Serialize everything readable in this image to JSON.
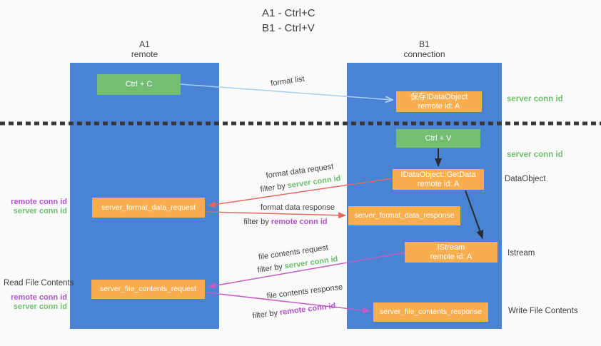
{
  "title": {
    "line1": "A1 - Ctrl+C",
    "line2": "B1 - Ctrl+V"
  },
  "lanes": {
    "left": {
      "name_line": "A1",
      "role_line": "remote"
    },
    "right": {
      "name_line": "B1",
      "role_line": "connection"
    }
  },
  "boxes": {
    "ctrl_c": {
      "label": "Ctrl + C"
    },
    "save_idataobject": {
      "line1": "保存IDataObject",
      "line2": "remote id: A"
    },
    "ctrl_v": {
      "label": "Ctrl + V"
    },
    "getdata": {
      "line1": "IDataObject::GetData",
      "line2": "remote id: A"
    },
    "format_request": {
      "label": "server_format_data_request"
    },
    "format_response": {
      "label": "server_format_data_response"
    },
    "istream": {
      "line1": "IStream",
      "line2": "remote id: A"
    },
    "file_request": {
      "label": "server_file_contents_request"
    },
    "file_response": {
      "label": "server_file_contents_response"
    }
  },
  "flow_labels": {
    "format_list": "format list",
    "format_data_request": "format data request",
    "format_data_response": "format data response",
    "file_contents_request": "file contents request",
    "file_contents_response": "file contents response",
    "filter_by": "filter by",
    "server_conn_id": "server conn id",
    "remote_conn_id": "remote conn id"
  },
  "side_labels": {
    "server_conn_id_top": "server conn id",
    "server_conn_id_mid": "server conn id",
    "dataobject": "DataObject",
    "istream": "Istream",
    "write_file_contents": "Write File Contents",
    "read_file_contents": "Read File Contents",
    "remote_conn_id": "remote conn id",
    "server_conn_id": "server conn id"
  },
  "colors": {
    "lane_blue": "#4a82d4",
    "box_green": "#74be74",
    "box_orange": "#f8ae4e",
    "arrow_lightblue": "#a9cdee",
    "arrow_black": "#2b2b2b",
    "arrow_red": "#e7685c",
    "arrow_magenta": "#c35cc3",
    "text_green": "#6fbf6f",
    "text_purple": "#b054c8",
    "text_dark": "#3f3f3f",
    "background": "#fafafa",
    "divider": "#383838"
  }
}
